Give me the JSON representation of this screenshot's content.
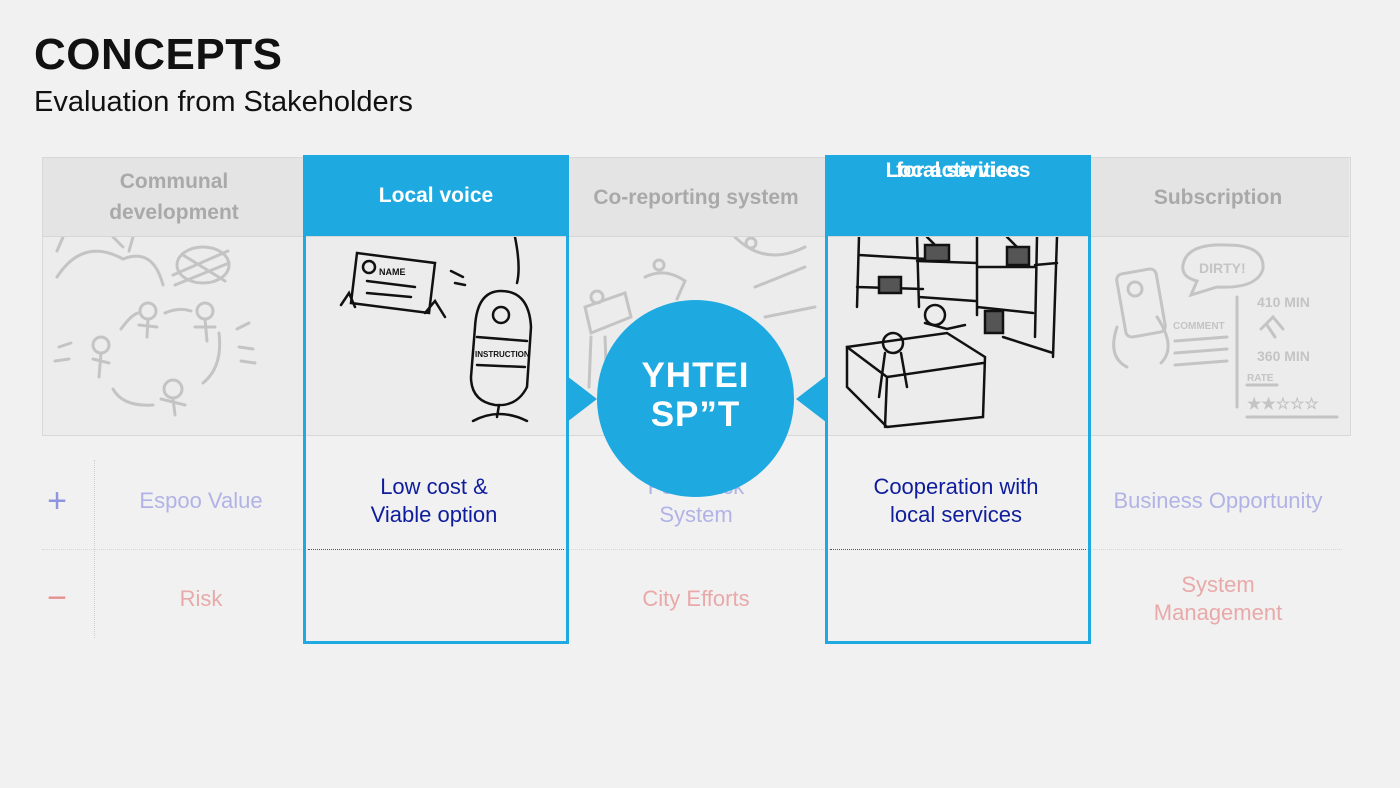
{
  "header": {
    "title": "CONCEPTS",
    "subtitle": "Evaluation from Stakeholders"
  },
  "columns": [
    {
      "title_line1": "Communal",
      "title_line2": "development",
      "highlighted": false
    },
    {
      "title_line1": "Local voice",
      "title_line2": "",
      "highlighted": true
    },
    {
      "title_line1": "Co-reporting system",
      "title_line2": "",
      "highlighted": false
    },
    {
      "title_line1": "Local services",
      "title_line2": "for activities",
      "highlighted": true
    },
    {
      "title_line1": "Subscription",
      "title_line2": "",
      "highlighted": false
    }
  ],
  "rows": {
    "plus": {
      "symbol": "+",
      "label": "Espoo Value",
      "cells": [
        [
          "Low cost &",
          "Viable option"
        ],
        [
          "Feedback",
          "System"
        ],
        [
          "Cooperation with",
          "local services"
        ],
        [
          "Business Opportunity",
          ""
        ]
      ]
    },
    "minus": {
      "symbol": "−",
      "label": "Risk",
      "cells": [
        [
          "",
          ""
        ],
        [
          "City Efforts",
          ""
        ],
        [
          "",
          ""
        ],
        [
          "System",
          "Management"
        ]
      ]
    }
  },
  "logo": {
    "line1": "YHTEI",
    "line2": "SP”T"
  },
  "sketch_text": {
    "name_card": "NAME",
    "instruction": "INSTRUCTION",
    "dirty": "DIRTY!",
    "comment": "COMMENT",
    "rate": "RATE",
    "time1": "410 MIN",
    "time2": "360 MIN"
  },
  "colors": {
    "accent": "#1ea9e1",
    "plus_text": "#b1b3e6",
    "minus_text": "#e9a9a9",
    "strong_text": "#0f1d9c",
    "dim_title": "#a9a9a9"
  }
}
